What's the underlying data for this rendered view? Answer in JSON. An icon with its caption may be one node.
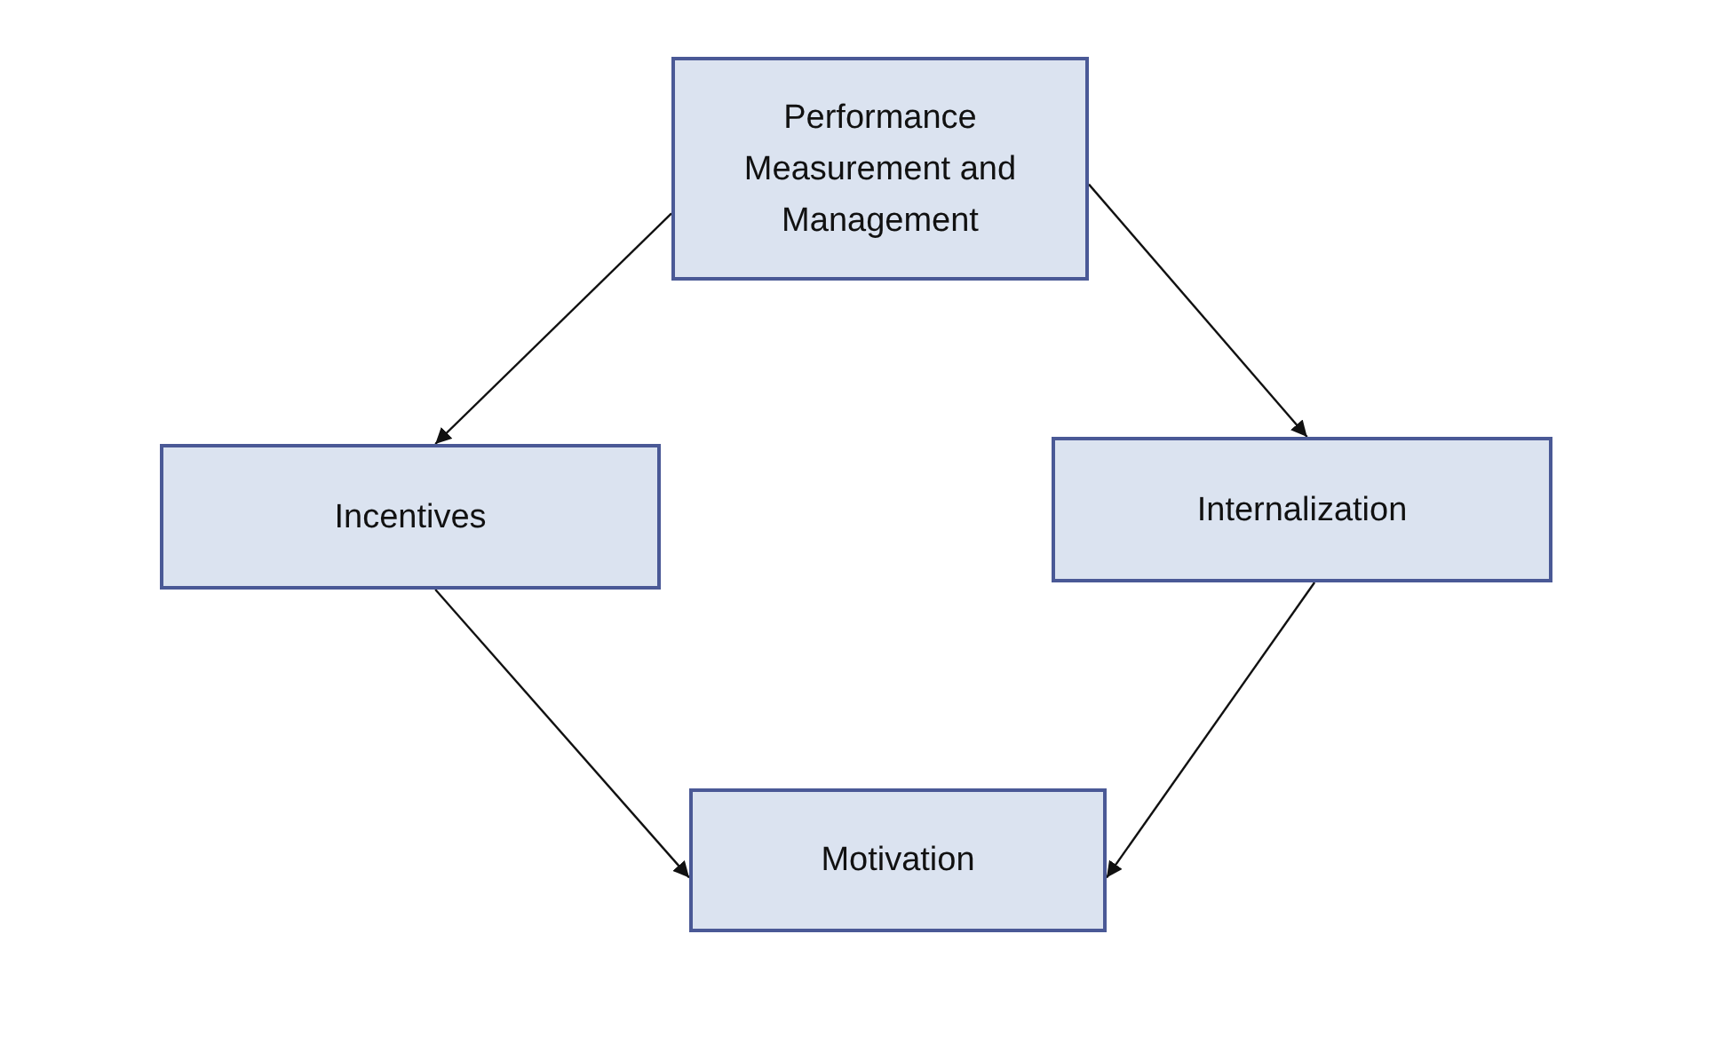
{
  "diagram": {
    "nodes": [
      {
        "text": [
          "Performance Measurement and Management"
        ]
      },
      {
        "text": [
          "Incentives"
        ]
      },
      {
        "text": [
          "Internalization"
        ]
      },
      {
        "text": [
          "Motivation"
        ]
      }
    ],
    "edges": [
      {
        "from": 0,
        "to": 1,
        "arrow": "to"
      },
      {
        "from": 0,
        "to": 2,
        "arrow": "to"
      },
      {
        "from": 1,
        "to": 3,
        "arrow": "to"
      },
      {
        "from": 2,
        "to": 3,
        "arrow": "to"
      }
    ]
  }
}
